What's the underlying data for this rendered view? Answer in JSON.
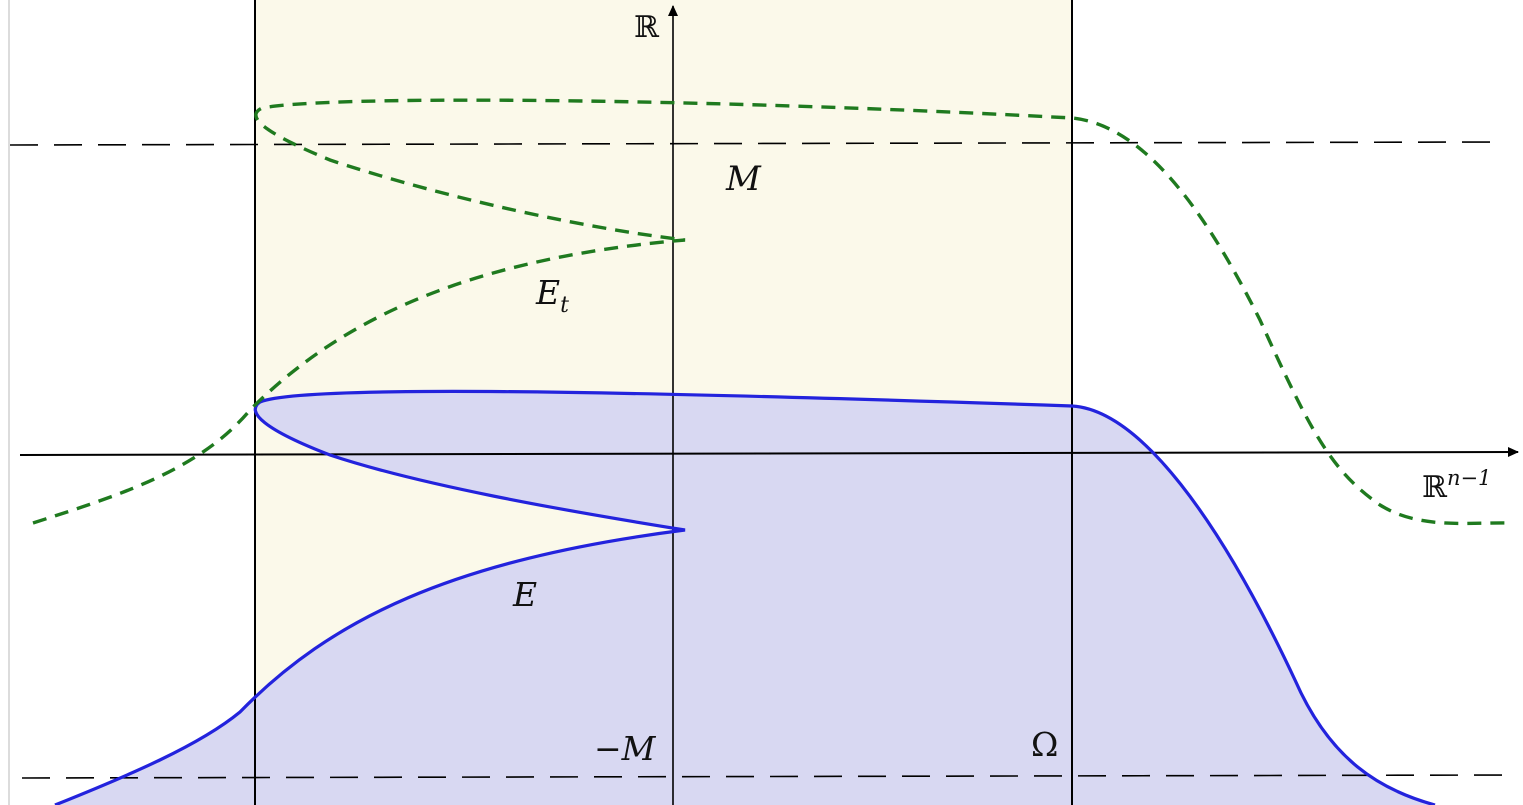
{
  "labels": {
    "vertical_axis": "ℝ",
    "horizontal_axis_base": "ℝ",
    "horizontal_axis_exp": "n−1",
    "upper_bound": "M",
    "lower_bound": "−M",
    "set_e_t": "E",
    "set_e_t_sub": "t",
    "set_e": "E",
    "omega": "Ω"
  },
  "colors": {
    "omega_fill": "#fbf9ea",
    "e_fill": "#d8d8f2",
    "e_stroke": "#2323dd",
    "e_t_stroke": "#1f7a1f",
    "axis": "#000000",
    "bound_lines": "#000000"
  }
}
